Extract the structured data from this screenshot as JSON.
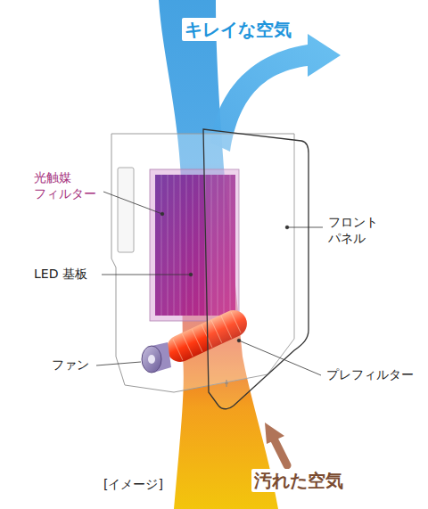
{
  "diagram": {
    "labels": [
      "キレイな空気",
      "光触媒 フィルター",
      "LED 基板",
      "ファン",
      "フロント パネル",
      "プレフィルター",
      "汚れた空気",
      "[イメージ]"
    ]
  }
}
